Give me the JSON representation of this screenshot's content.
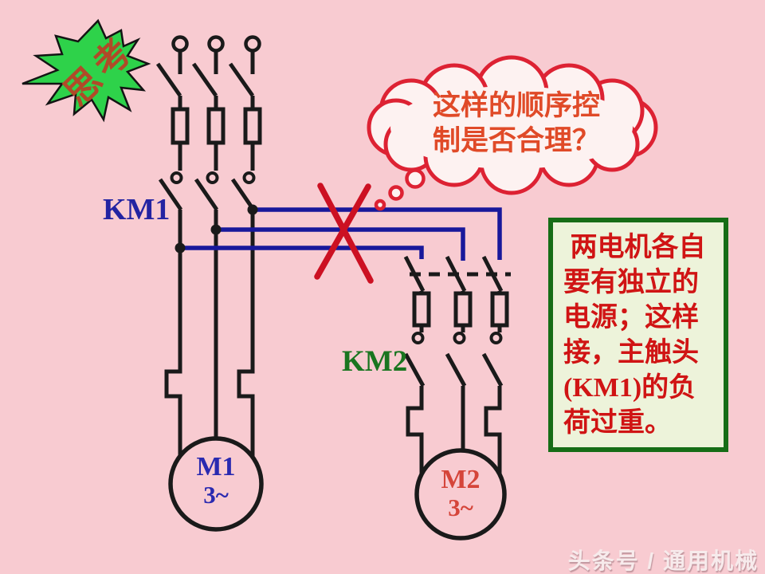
{
  "colors": {
    "background": "#f8cbd1",
    "wire_black": "#1a1a1a",
    "tap_wire_blue": "#18189b",
    "cross_red": "#cc1022",
    "cloud_outline_red": "#dd2233",
    "cloud_fill": "#fdf2f1",
    "cloud_text_red": "#e04a28",
    "km1_blue": "#2323a2",
    "km2_green": "#1a7520",
    "motor1_text_blue": "#2a2ab0",
    "motor2_text_red": "#d5453a",
    "note_border_green": "#166d16",
    "note_bg": "#edf3da",
    "note_text_red": "#d01414",
    "star_green": "#2ed24a",
    "star_text": "#b04a28"
  },
  "starburst": {
    "label": "思考"
  },
  "thought_bubble": {
    "line1": "这样的顺序控",
    "line2": "制是否合理？"
  },
  "circuit": {
    "km1_label": "KM1",
    "km2_label": "KM2",
    "motor1": {
      "name": "M1",
      "phase": "3~"
    },
    "motor2": {
      "name": "M2",
      "phase": "3~"
    }
  },
  "note_box": {
    "line1": " 两电机各自",
    "line2": "要有独立的",
    "line3": "电源；这样",
    "line4": "接，主触头",
    "line5": "(KM1)的负",
    "line6": "荷过重。"
  },
  "watermark": {
    "text": "头条号 / 通用机械"
  }
}
